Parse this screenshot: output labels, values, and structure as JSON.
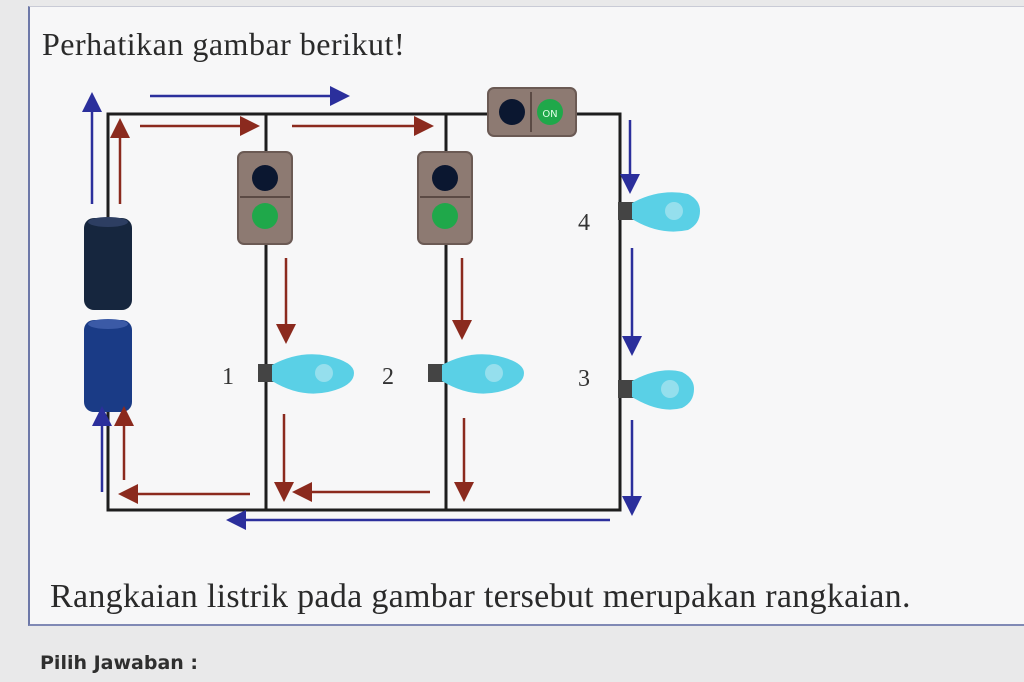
{
  "question": {
    "title": "Perhatikan gambar berikut!",
    "text": "Rangkaian listrik pada gambar tersebut merupakan rangkaian.",
    "answer_label": "Pilih Jawaban :"
  },
  "diagram": {
    "bulb_labels": [
      "1",
      "2",
      "4",
      "3"
    ],
    "switch_label": "ON",
    "colors": {
      "wire": "#1e1e1e",
      "battery": "#1a3b86",
      "battery_dark": "#16263e",
      "bulb": "#5ad0e6",
      "switch_on": "#1fa84a",
      "switch_off": "#0b1730",
      "arrow_red": "#8b2a1e",
      "arrow_blue": "#2b2f9c"
    }
  }
}
